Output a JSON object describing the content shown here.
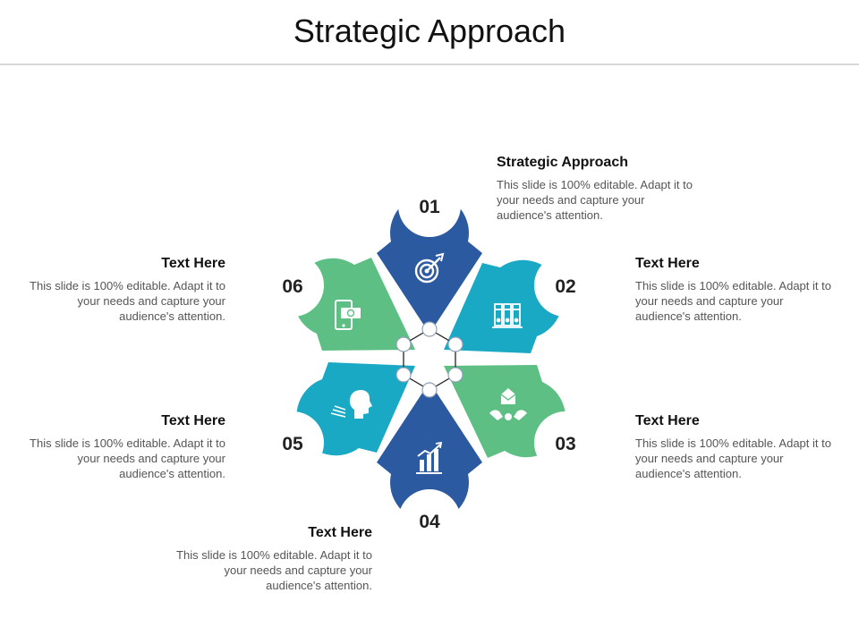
{
  "title": "Strategic Approach",
  "colors": {
    "dark_blue": "#2c5aa0",
    "teal": "#1aa9c4",
    "green": "#5dbf84",
    "white": "#ffffff"
  },
  "segments": [
    {
      "number": "01",
      "color": "#2c5aa0",
      "icon": "target-arrow-icon",
      "heading": "Strategic Approach",
      "body": "This slide is 100% editable. Adapt it to your needs and capture your audience's attention."
    },
    {
      "number": "02",
      "color": "#1aa9c4",
      "icon": "binders-icon",
      "heading": "Text Here",
      "body": "This slide is 100% editable. Adapt it to your needs and capture your audience's attention."
    },
    {
      "number": "03",
      "color": "#5dbf84",
      "icon": "envelope-handshake-icon",
      "heading": "Text Here",
      "body": "This slide is 100% editable. Adapt it to your needs and capture your audience's attention."
    },
    {
      "number": "04",
      "color": "#2c5aa0",
      "icon": "bar-chart-icon",
      "heading": "Text Here",
      "body": "This slide is 100% editable. Adapt it to your needs and capture your audience's attention."
    },
    {
      "number": "05",
      "color": "#1aa9c4",
      "icon": "speaking-head-icon",
      "heading": "Text Here",
      "body": "This slide is 100% editable. Adapt it to your needs and capture your audience's attention."
    },
    {
      "number": "06",
      "color": "#5dbf84",
      "icon": "mobile-payment-icon",
      "heading": "Text Here",
      "body": "This slide is 100% editable. Adapt it to your needs and capture your audience's attention."
    }
  ]
}
